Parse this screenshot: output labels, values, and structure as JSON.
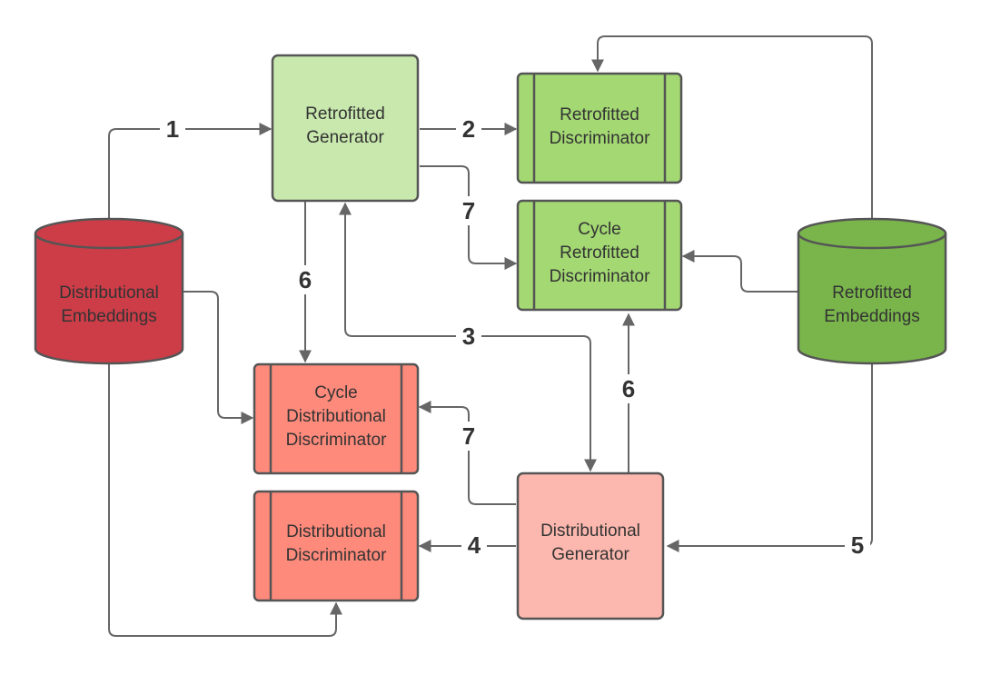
{
  "nodes": {
    "distributional_embeddings": {
      "line1": "Distributional",
      "line2": "Embeddings"
    },
    "retrofitted_embeddings": {
      "line1": "Retrofitted",
      "line2": "Embeddings"
    },
    "retrofitted_generator": {
      "line1": "Retrofitted",
      "line2": "Generator"
    },
    "retrofitted_discriminator": {
      "line1": "Retrofitted",
      "line2": "Discriminator"
    },
    "cycle_retrofitted_discriminator": {
      "line1": "Cycle",
      "line2": "Retrofitted",
      "line3": "Discriminator"
    },
    "cycle_distributional_discriminator": {
      "line1": "Cycle",
      "line2": "Distributional",
      "line3": "Discriminator"
    },
    "distributional_discriminator": {
      "line1": "Distributional",
      "line2": "Discriminator"
    },
    "distributional_generator": {
      "line1": "Distributional",
      "line2": "Generator"
    }
  },
  "edge_labels": {
    "e1": "1",
    "e2": "2",
    "e3": "3",
    "e4": "4",
    "e5": "5",
    "e6a": "6",
    "e6b": "6",
    "e7a": "7",
    "e7b": "7"
  },
  "colors": {
    "red_cylinder": "#cc3d48",
    "green_cylinder": "#79b54b",
    "light_green": "#c8e8ad",
    "green": "#a3d873",
    "light_red": "#fcb8ae",
    "red": "#fe8a7b",
    "edge": "#666666"
  }
}
